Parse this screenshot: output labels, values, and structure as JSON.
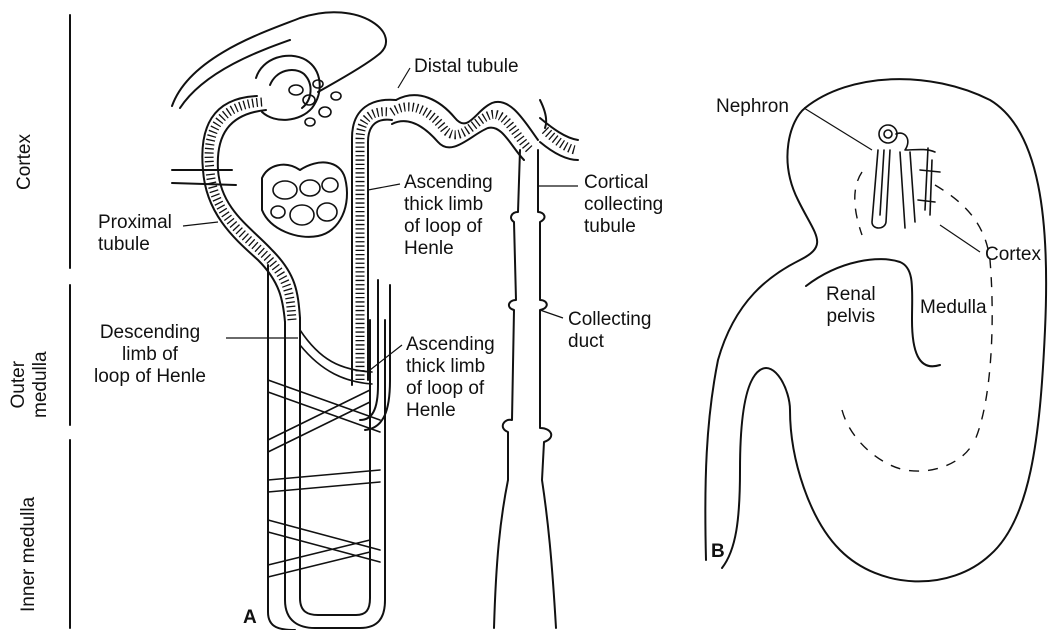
{
  "zones": {
    "cortex": "Cortex",
    "outer_medulla": "Outer\nmedulla",
    "inner_medulla": "Inner medulla"
  },
  "panel_a": {
    "letter": "A",
    "distal_tubule": "Distal tubule",
    "proximal_tubule": "Proximal\ntubule",
    "ascending_thick_upper": "Ascending\nthick limb\nof loop of\nHenle",
    "cortical_collecting": "Cortical\ncollecting\ntubule",
    "descending_limb": "Descending\nlimb of\nloop of Henle",
    "ascending_thick_lower": "Ascending\nthick limb\nof loop of\nHenle",
    "collecting_duct": "Collecting\nduct"
  },
  "panel_b": {
    "letter": "B",
    "nephron": "Nephron",
    "cortex": "Cortex",
    "renal_pelvis": "Renal\npelvis",
    "medulla": "Medulla"
  }
}
